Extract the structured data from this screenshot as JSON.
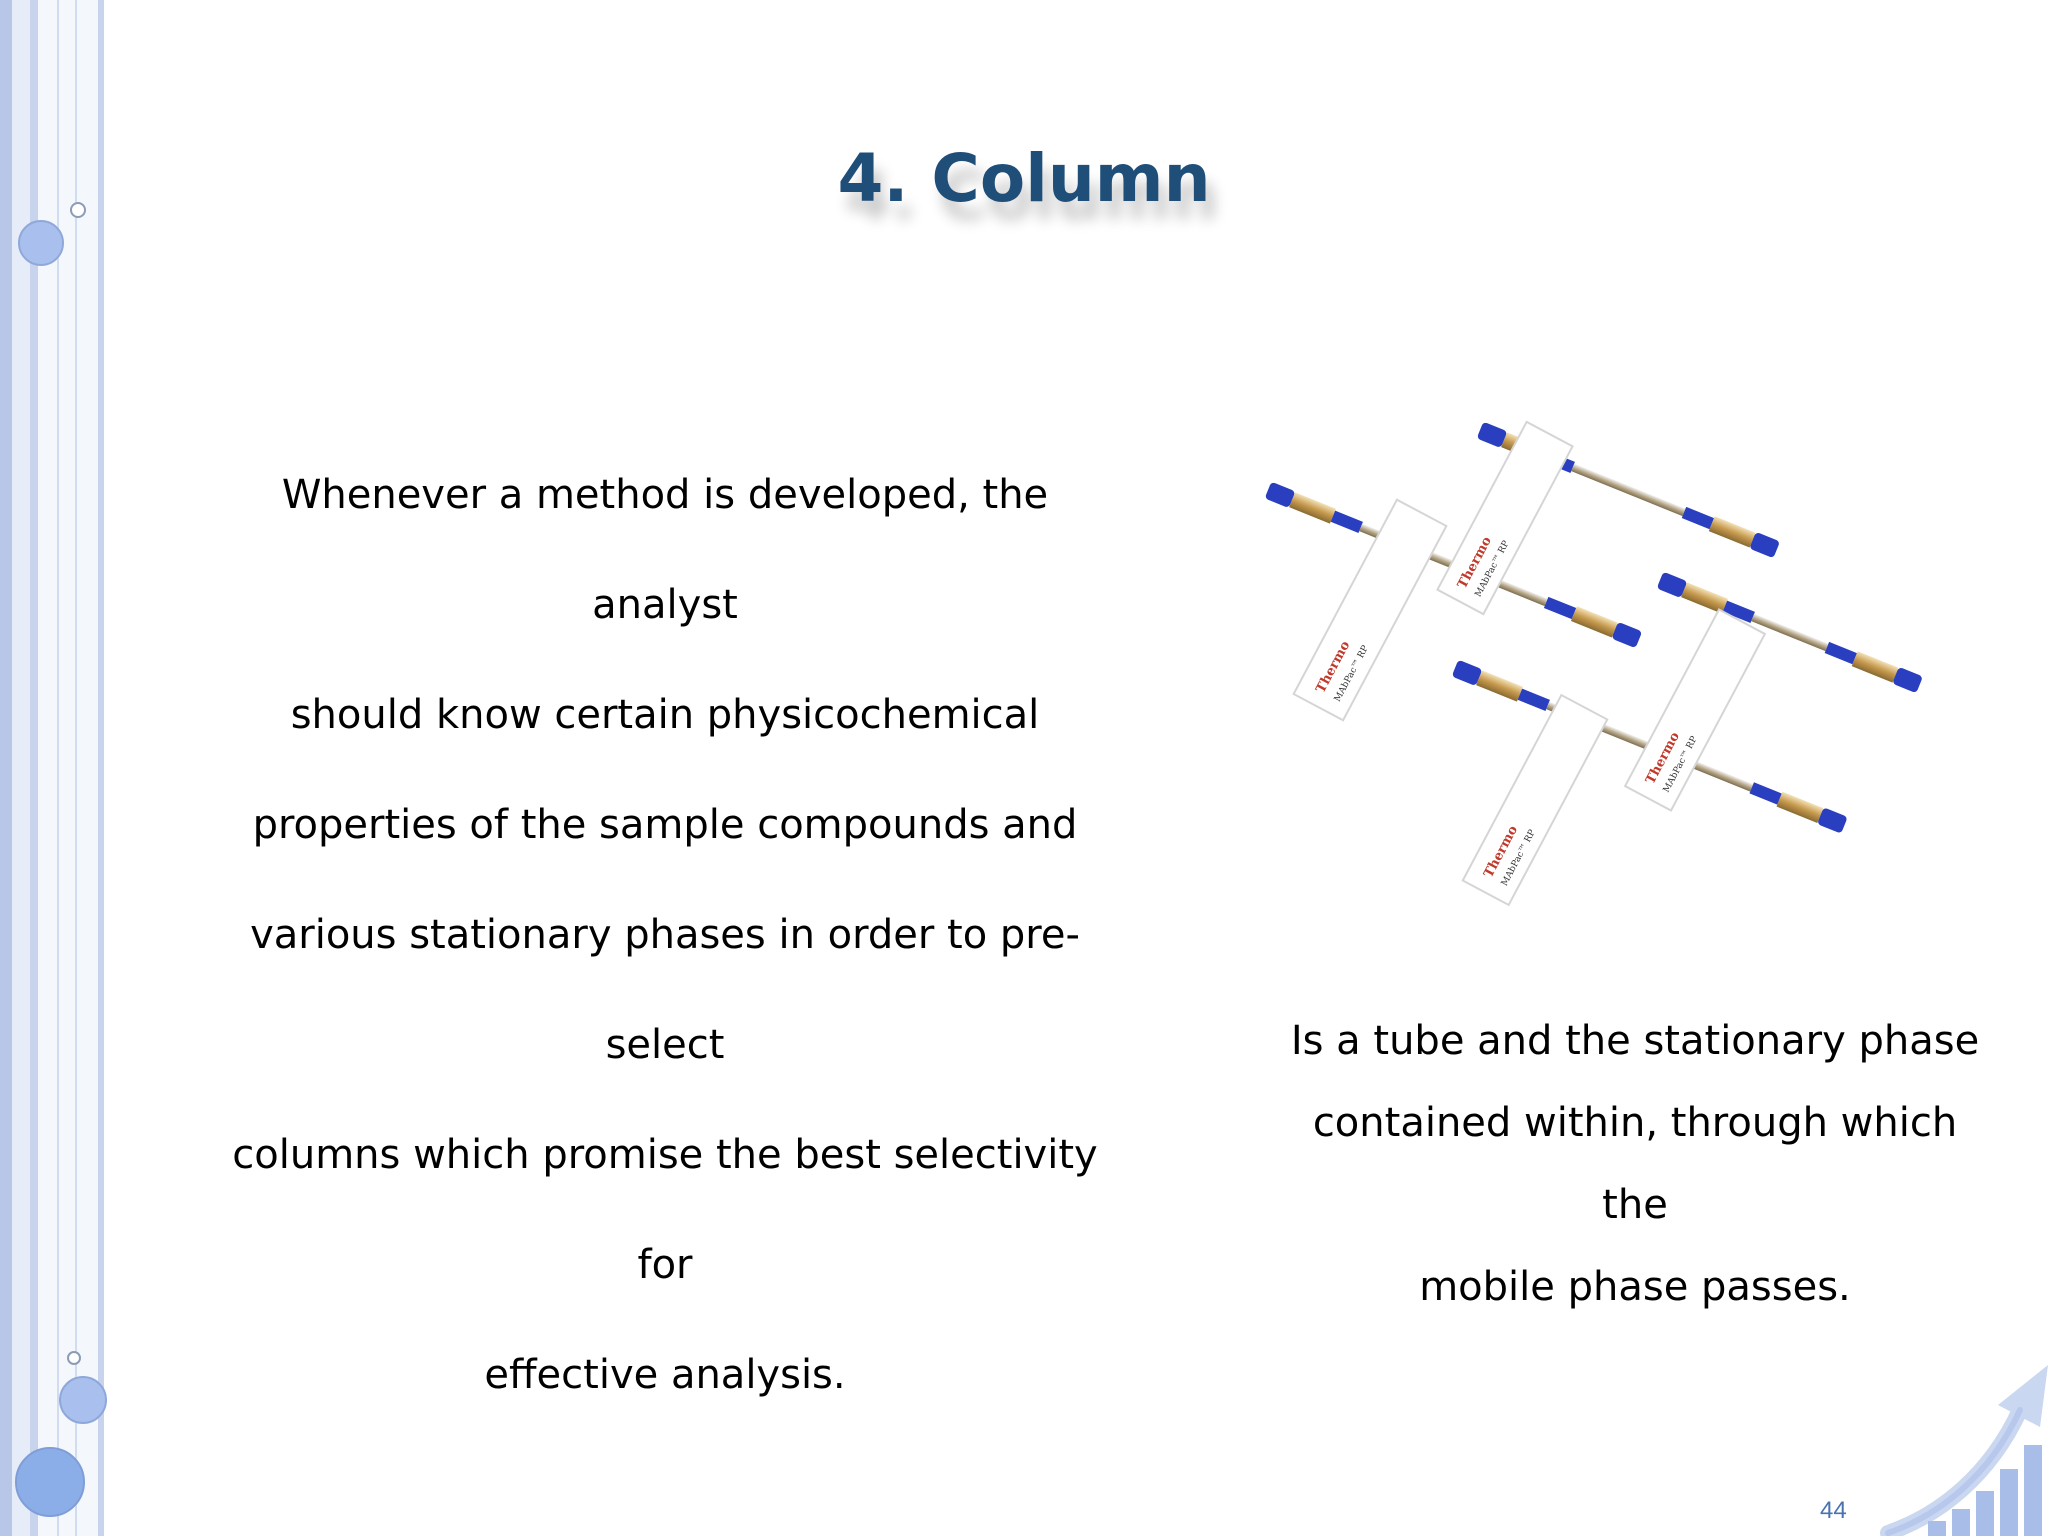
{
  "slide": {
    "title": "4. Column",
    "left_paragraph_lines": [
      "Whenever a method is developed, the analyst",
      "should know certain physicochemical",
      "properties of the sample compounds and",
      "various stationary phases in order to pre-select",
      "columns which promise the best selectivity for",
      "effective analysis."
    ],
    "right_paragraph_lines": [
      "Is a tube and the stationary phase",
      "contained within, through which the",
      "mobile phase passes."
    ],
    "page_number": "44",
    "image": {
      "label_brand": "Thermo",
      "label_product": "MAbPac™ RP"
    },
    "colors": {
      "title": "#1f4e79",
      "accent": "#8eaadb",
      "page_number": "#4a72b0",
      "cap_blue": "#2a3fbf"
    },
    "icons": [
      "decorative-circle-icon",
      "growth-chart-icon"
    ]
  }
}
